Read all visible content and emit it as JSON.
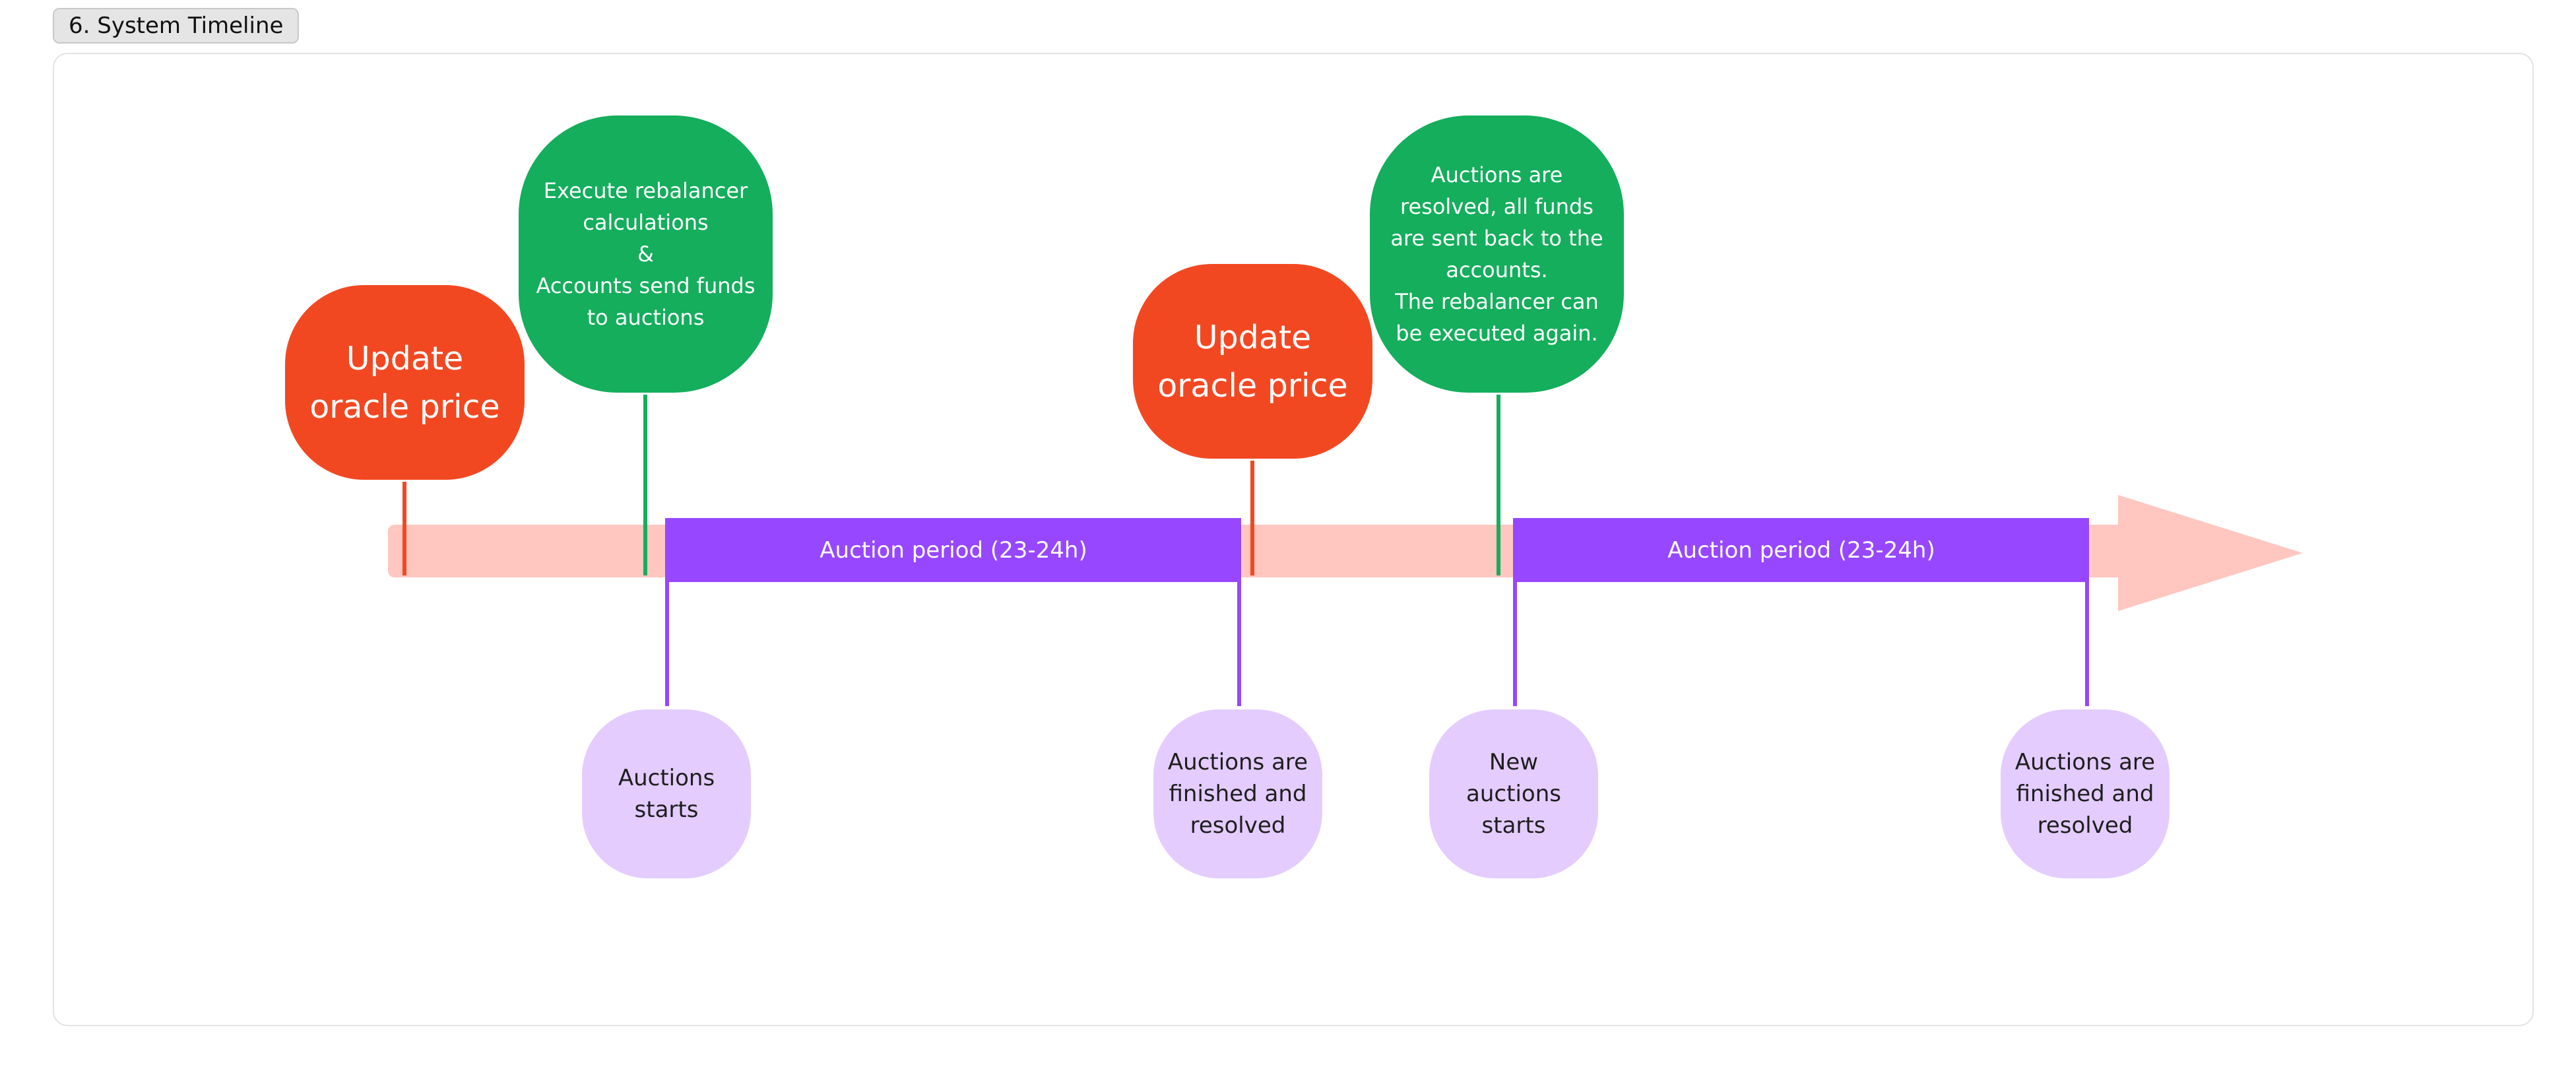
{
  "section": {
    "title": "6. System Timeline"
  },
  "timeline": {
    "periods": [
      "Auction period (23-24h)",
      "Auction period (23-24h)"
    ],
    "events": {
      "update_oracle_1": "Update\noracle price",
      "execute_rebalancer": "Execute rebalancer calculations\n&\nAccounts send funds to auctions",
      "update_oracle_2": "Update\noracle price",
      "auctions_resolved": "Auctions are resolved, all funds are sent back to the accounts.\nThe rebalancer can be executed again."
    },
    "milestones": {
      "auctions_starts": "Auctions starts",
      "auctions_finished_1": "Auctions are finished and resolved",
      "new_auctions_starts": "New auctions starts",
      "auctions_finished_2": "Auctions are finished and resolved"
    }
  },
  "colors": {
    "oracle": "#f24822",
    "rebalancer": "#14ae5c",
    "auction_period": "#9747ff",
    "milestone": "#e4ccff",
    "timeline_track": "#ffc7c0"
  }
}
